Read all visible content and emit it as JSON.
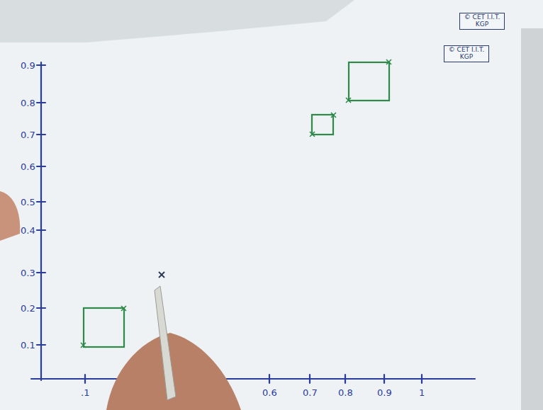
{
  "diagram": {
    "labels": [
      "© CET I.I.T. KGP",
      "© CET I.I.T. KGP",
      "0.9",
      "0.8",
      "0.7",
      "0.6",
      "0.5",
      "0.4",
      "0.3",
      "0.2",
      "0.1",
      ".1",
      "0.6",
      "0.7",
      "0.8",
      "0.9",
      "1"
    ]
  }
}
